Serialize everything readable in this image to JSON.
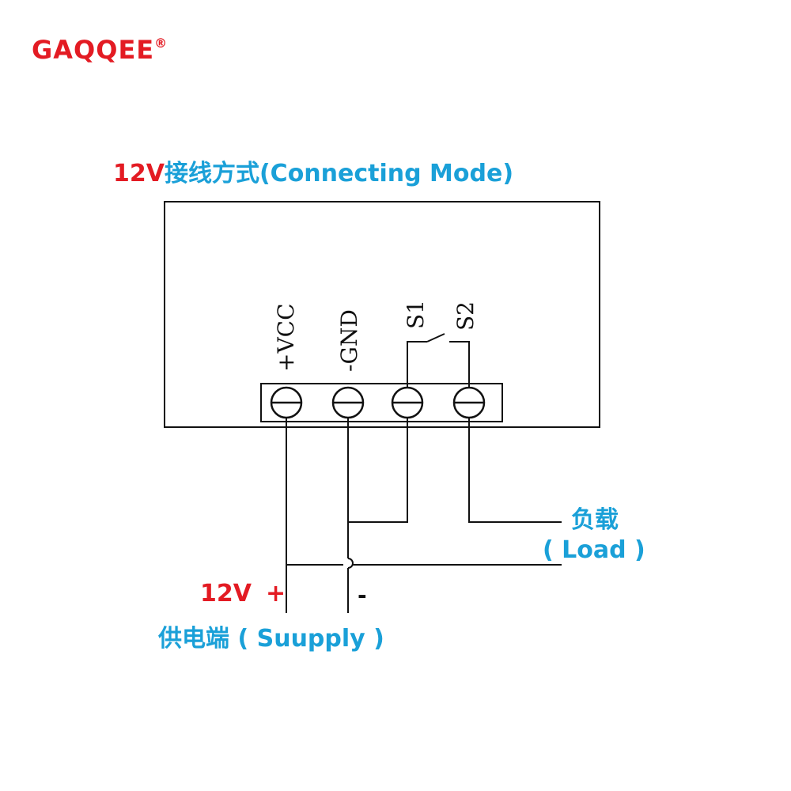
{
  "brand": {
    "name": "GAQQEE",
    "mark": "®"
  },
  "title": {
    "voltage": "12V",
    "text": "接线方式(Connecting Mode)"
  },
  "terminals": [
    {
      "id": "vcc",
      "label": "+VCC"
    },
    {
      "id": "gnd",
      "label": "-GND"
    },
    {
      "id": "s1",
      "label": "S1"
    },
    {
      "id": "s2",
      "label": "S2"
    }
  ],
  "load": {
    "cn": "负载",
    "en": "( Load )"
  },
  "supply": {
    "voltage": "12V",
    "plus": "+",
    "minus": "-",
    "text": "供电端 ( Suupply )"
  },
  "colors": {
    "brand_red": "#e31b23",
    "label_blue": "#1aa0d8",
    "line": "#111111"
  }
}
